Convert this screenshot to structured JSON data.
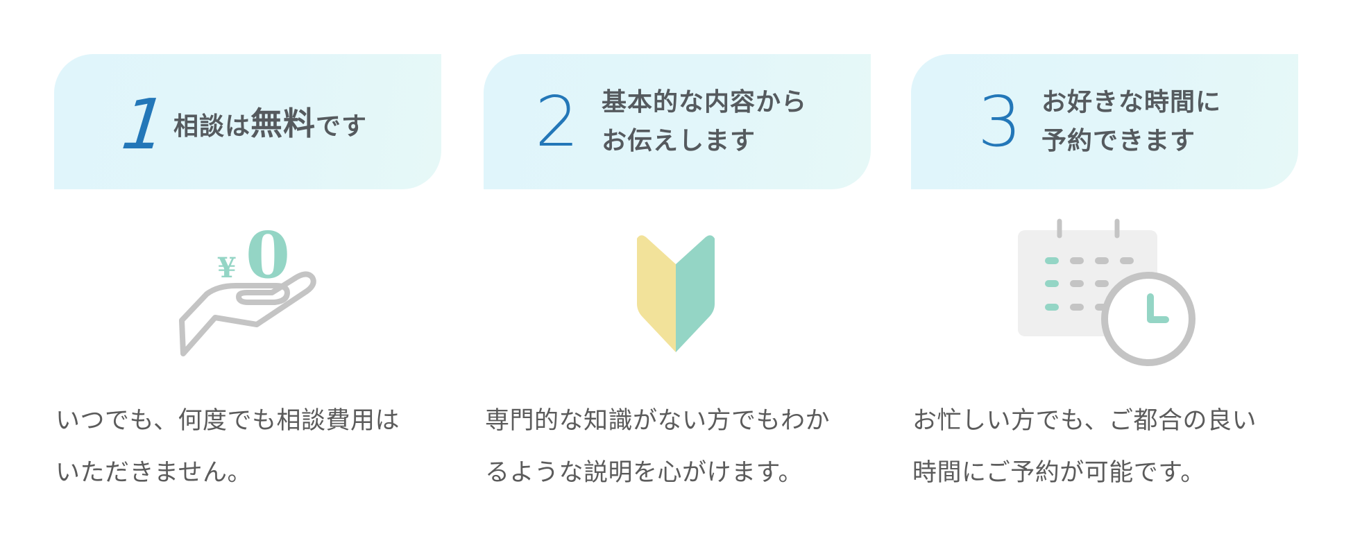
{
  "features": [
    {
      "number": "1",
      "title_parts": {
        "pre": "相談は",
        "emphasis": "無料",
        "post": "です"
      },
      "icon": "hand-yen-zero-icon",
      "icon_text": {
        "currency": "¥",
        "amount": "0"
      },
      "description_lines": [
        "いつでも、何度でも相談費用は",
        "いただきません。"
      ]
    },
    {
      "number": "2",
      "title_lines": [
        "基本的な内容から",
        "お伝えします"
      ],
      "icon": "beginner-mark-icon",
      "description_lines": [
        "専門的な知識がない方でもわか",
        "るような説明を心がけます。"
      ]
    },
    {
      "number": "3",
      "title_lines": [
        "お好きな時間に",
        "予約できます"
      ],
      "icon": "calendar-clock-icon",
      "description_lines": [
        "お忙しい方でも、ご都合の良い",
        "時間にご予約が可能です。"
      ]
    }
  ],
  "colors": {
    "card_bg": "#e1f5fb",
    "number": "#2377b8",
    "title_text": "#555a5e",
    "body_text": "#5b5b5b",
    "accent_teal": "#94d5c5",
    "accent_yellow": "#f2e29a",
    "icon_gray": "#c4c4c4",
    "calendar_bg": "#efefef"
  }
}
